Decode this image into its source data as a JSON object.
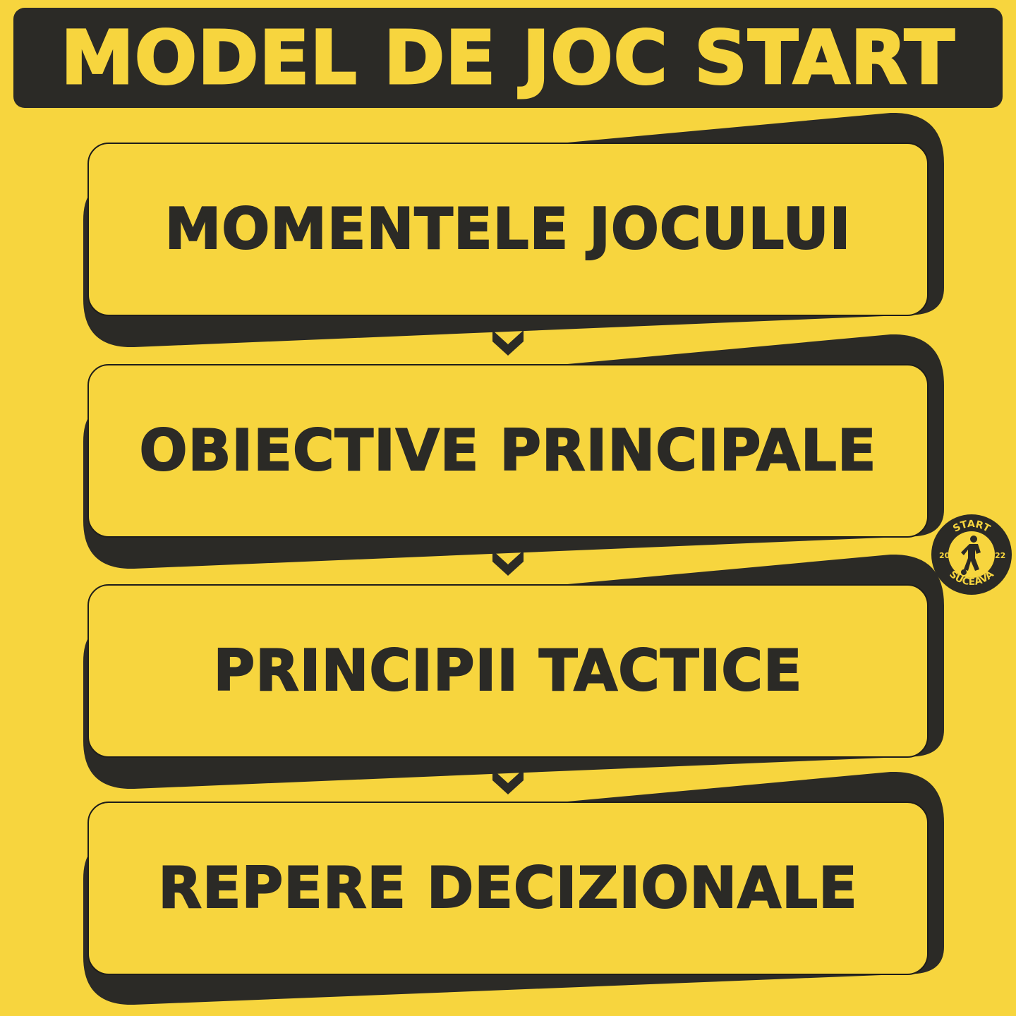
{
  "title": "MODEL DE JOC START",
  "steps": [
    {
      "label": "MOMENTELE JOCULUI"
    },
    {
      "label": "OBIECTIVE PRINCIPALE"
    },
    {
      "label": "PRINCIPII TACTICE"
    },
    {
      "label": "REPERE DECIZIONALE"
    }
  ],
  "logo": {
    "top_text": "START",
    "bottom_text": "SUCEAVA",
    "year_left": "20",
    "year_right": "22"
  },
  "colors": {
    "background": "#f7d53e",
    "dark": "#2b2a26"
  }
}
